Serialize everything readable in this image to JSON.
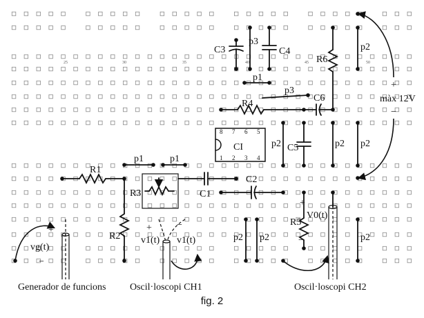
{
  "figure": {
    "caption": "fig. 2"
  },
  "breadboard": {
    "column_numbers": [
      "25",
      "30",
      "35",
      "40",
      "45",
      "50"
    ]
  },
  "components": {
    "resistors": {
      "r1": "R1",
      "r2": "R2",
      "r3": "R3",
      "r4": "R4",
      "r5": "R5",
      "r6": "R6"
    },
    "capacitors": {
      "c1": "C1",
      "c2": "C2",
      "c3": "C3",
      "c4": "C4",
      "c5": "C5",
      "c6": "C6"
    },
    "ic": {
      "label": "CI",
      "pins_top": [
        "8",
        "7",
        "6",
        "5"
      ],
      "pins_bottom": [
        "1",
        "2",
        "3",
        "4"
      ]
    },
    "jumpers": {
      "p1": "p1",
      "p2": "p2",
      "p3": "p3"
    }
  },
  "signals": {
    "vg": "vg(t)",
    "v1_left": "v1(t)",
    "v1_right": "v1(t)",
    "v0": "V0(t)"
  },
  "supply": {
    "plus": "+",
    "minus": "−",
    "label": "màx 12V"
  },
  "polarity": {
    "plus": "+",
    "minus": "−"
  },
  "instruments": {
    "generator": "Generador de funcions",
    "scope_ch1": "Oscil·loscopi CH1",
    "scope_ch2": "Oscil·loscopi CH2"
  }
}
